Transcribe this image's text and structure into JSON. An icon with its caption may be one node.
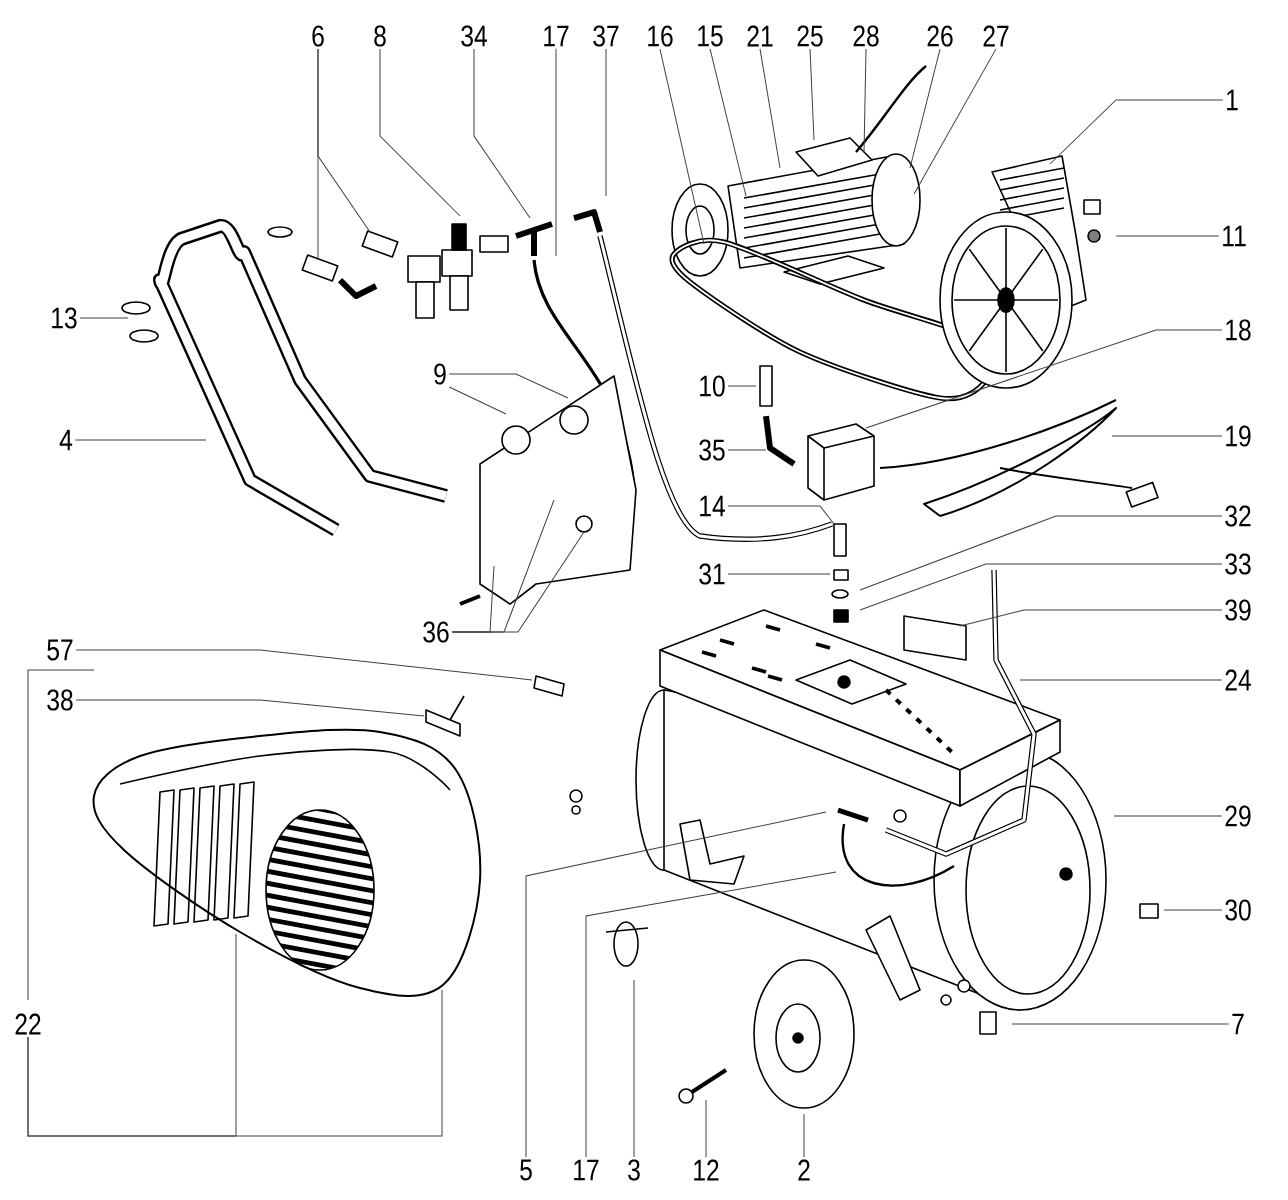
{
  "diagram": {
    "nodes": [
      {
        "text": [
          "6"
        ]
      },
      {
        "text": [
          "8"
        ]
      },
      {
        "text": [
          "34"
        ]
      },
      {
        "text": [
          "17"
        ]
      },
      {
        "text": [
          "37"
        ]
      },
      {
        "text": [
          "16"
        ]
      },
      {
        "text": [
          "15"
        ]
      },
      {
        "text": [
          "21"
        ]
      },
      {
        "text": [
          "25"
        ]
      },
      {
        "text": [
          "28"
        ]
      },
      {
        "text": [
          "26"
        ]
      },
      {
        "text": [
          "27"
        ]
      },
      {
        "text": [
          "1"
        ]
      },
      {
        "text": [
          "11"
        ]
      },
      {
        "text": [
          "13"
        ]
      },
      {
        "text": [
          "18"
        ]
      },
      {
        "text": [
          "9"
        ]
      },
      {
        "text": [
          "10"
        ]
      },
      {
        "text": [
          "4"
        ]
      },
      {
        "text": [
          "19"
        ]
      },
      {
        "text": [
          "35"
        ]
      },
      {
        "text": [
          "14"
        ]
      },
      {
        "text": [
          "32"
        ]
      },
      {
        "text": [
          "33"
        ]
      },
      {
        "text": [
          "31"
        ]
      },
      {
        "text": [
          "39"
        ]
      },
      {
        "text": [
          "36"
        ]
      },
      {
        "text": [
          "57"
        ]
      },
      {
        "text": [
          "24"
        ]
      },
      {
        "text": [
          "38"
        ]
      },
      {
        "text": [
          "29"
        ]
      },
      {
        "text": [
          "30"
        ]
      },
      {
        "text": [
          "22"
        ]
      },
      {
        "text": [
          "7"
        ]
      },
      {
        "text": [
          "5"
        ]
      },
      {
        "text": [
          "17"
        ]
      },
      {
        "text": [
          "3"
        ]
      },
      {
        "text": [
          "12"
        ]
      },
      {
        "text": [
          "2"
        ]
      }
    ],
    "edges": [
      {
        "from": 0,
        "to": null,
        "arrow": "none"
      },
      {
        "from": 0,
        "to": null,
        "arrow": "none"
      },
      {
        "from": 1,
        "to": null,
        "arrow": "none"
      },
      {
        "from": 2,
        "to": null,
        "arrow": "none"
      },
      {
        "from": 3,
        "to": null,
        "arrow": "none"
      },
      {
        "from": 4,
        "to": null,
        "arrow": "none"
      },
      {
        "from": 5,
        "to": null,
        "arrow": "none"
      },
      {
        "from": 6,
        "to": null,
        "arrow": "none"
      },
      {
        "from": 7,
        "to": null,
        "arrow": "none"
      },
      {
        "from": 8,
        "to": null,
        "arrow": "none"
      },
      {
        "from": 9,
        "to": null,
        "arrow": "none"
      },
      {
        "from": 10,
        "to": null,
        "arrow": "none"
      },
      {
        "from": 11,
        "to": null,
        "arrow": "none"
      },
      {
        "from": 12,
        "to": null,
        "arrow": "none"
      },
      {
        "from": 13,
        "to": null,
        "arrow": "none"
      },
      {
        "from": 14,
        "to": null,
        "arrow": "none"
      },
      {
        "from": 15,
        "to": null,
        "arrow": "none"
      },
      {
        "from": 16,
        "to": null,
        "arrow": "none"
      },
      {
        "from": 16,
        "to": null,
        "arrow": "none"
      },
      {
        "from": 17,
        "to": null,
        "arrow": "none"
      },
      {
        "from": 18,
        "to": null,
        "arrow": "none"
      },
      {
        "from": 19,
        "to": null,
        "arrow": "none"
      },
      {
        "from": 20,
        "to": null,
        "arrow": "none"
      },
      {
        "from": 21,
        "to": null,
        "arrow": "none"
      },
      {
        "from": 22,
        "to": null,
        "arrow": "none"
      },
      {
        "from": 23,
        "to": null,
        "arrow": "none"
      },
      {
        "from": 24,
        "to": null,
        "arrow": "none"
      },
      {
        "from": 25,
        "to": null,
        "arrow": "none"
      },
      {
        "from": 26,
        "to": null,
        "arrow": "none"
      },
      {
        "from": 26,
        "to": null,
        "arrow": "none"
      },
      {
        "from": 26,
        "to": null,
        "arrow": "none"
      },
      {
        "from": 27,
        "to": null,
        "arrow": "none"
      },
      {
        "from": 28,
        "to": null,
        "arrow": "none"
      },
      {
        "from": 29,
        "to": null,
        "arrow": "none"
      },
      {
        "from": 30,
        "to": null,
        "arrow": "none"
      },
      {
        "from": 31,
        "to": null,
        "arrow": "none"
      },
      {
        "from": 32,
        "to": null,
        "arrow": "none"
      },
      {
        "from": 32,
        "to": null,
        "arrow": "none"
      },
      {
        "from": 33,
        "to": null,
        "arrow": "none"
      },
      {
        "from": 34,
        "to": null,
        "arrow": "none"
      },
      {
        "from": 35,
        "to": null,
        "arrow": "none"
      },
      {
        "from": 36,
        "to": null,
        "arrow": "none"
      },
      {
        "from": 37,
        "to": null,
        "arrow": "none"
      },
      {
        "from": 38,
        "to": null,
        "arrow": "none"
      }
    ]
  }
}
